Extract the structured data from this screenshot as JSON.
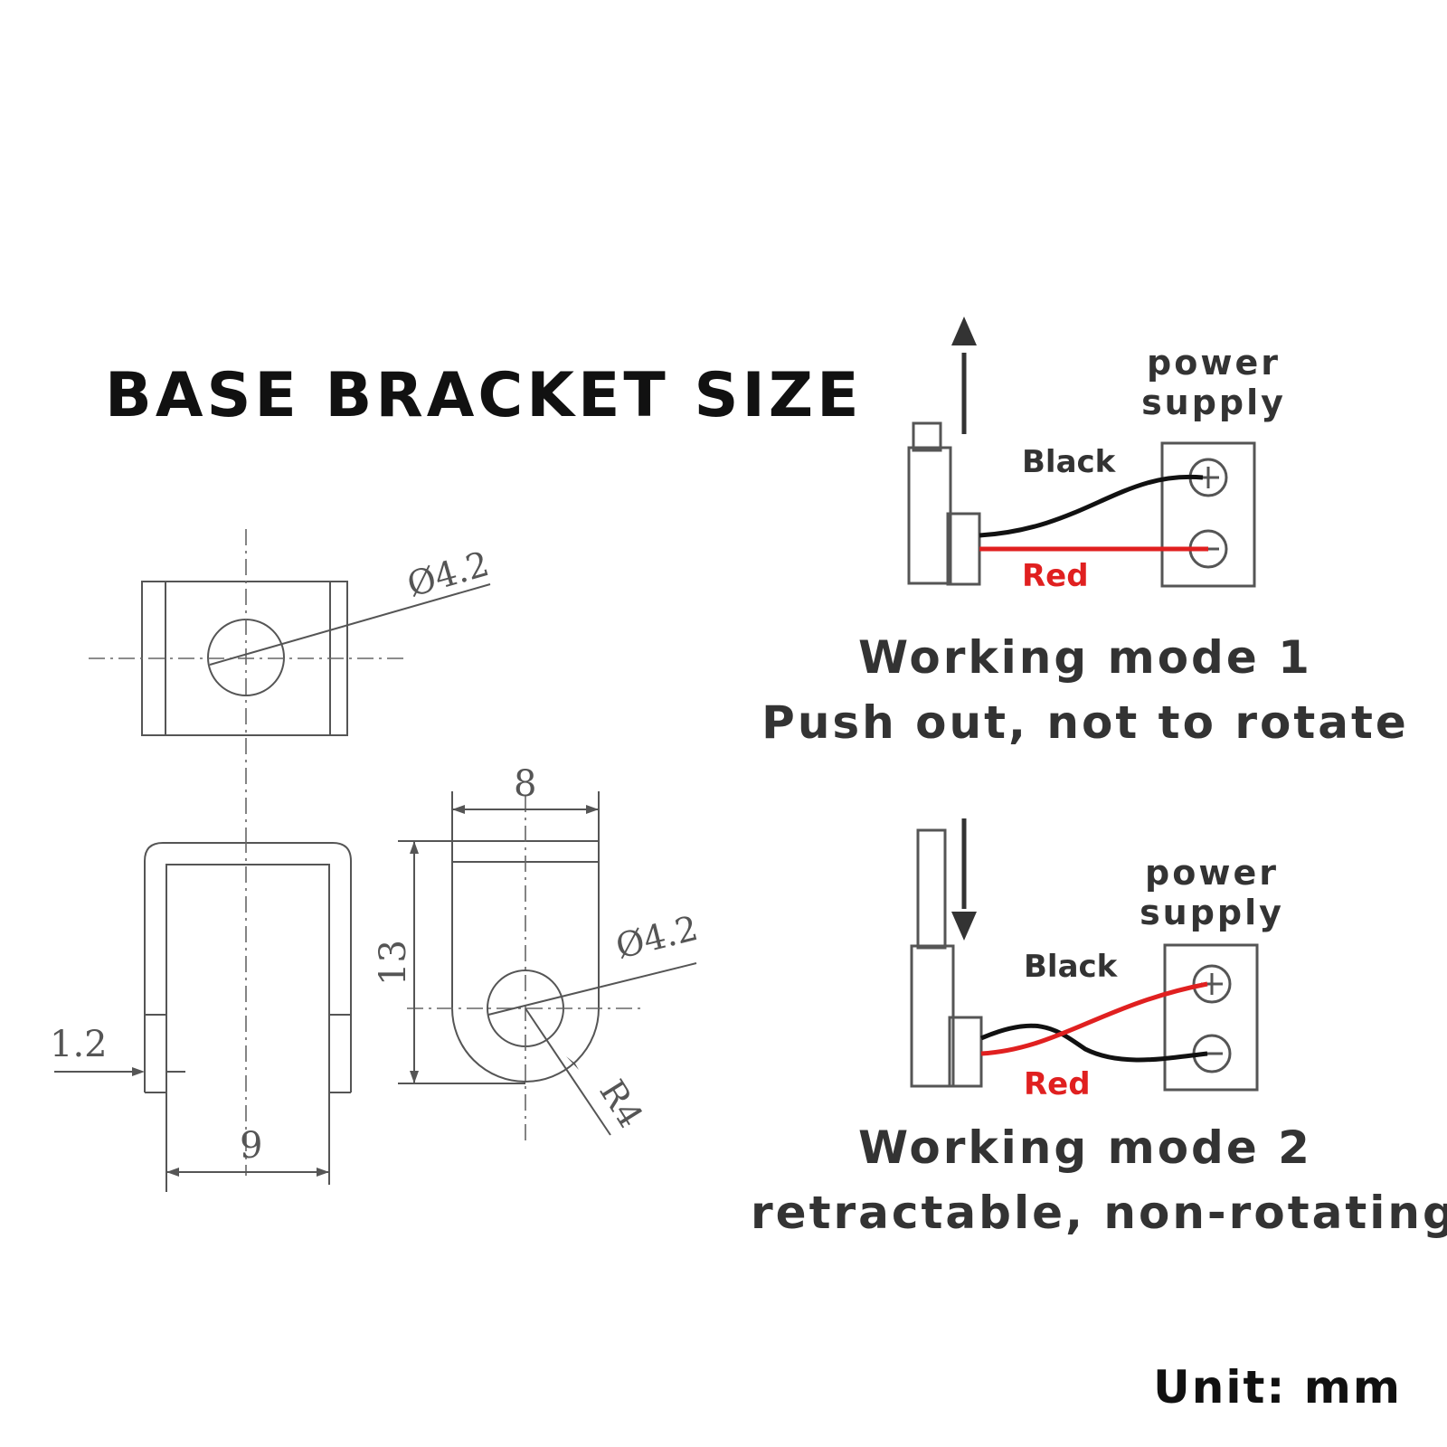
{
  "title": "BASE BRACKET SIZE",
  "unit": "Unit: mm",
  "drawing": {
    "dims": {
      "hole_top": "Ø4.2",
      "hole_side": "Ø4.2",
      "thickness": "1.2",
      "inner_width": "9",
      "width": "8",
      "height": "13",
      "radius": "R4"
    }
  },
  "mode1": {
    "power_label_1": "power",
    "power_label_2": "supply",
    "wire_black": "Black",
    "wire_red": "Red",
    "title": "Working mode 1",
    "desc": "Push out, not to rotate"
  },
  "mode2": {
    "power_label_1": "power",
    "power_label_2": "supply",
    "wire_black": "Black",
    "wire_red": "Red",
    "title": "Working mode 2",
    "desc": "retractable, non-rotating"
  },
  "colors": {
    "wire_black": "#111111",
    "wire_red": "#e02020",
    "line": "#555555"
  },
  "icons": [
    "arrow-up-icon",
    "arrow-down-icon",
    "plus-terminal-icon",
    "minus-terminal-icon"
  ]
}
